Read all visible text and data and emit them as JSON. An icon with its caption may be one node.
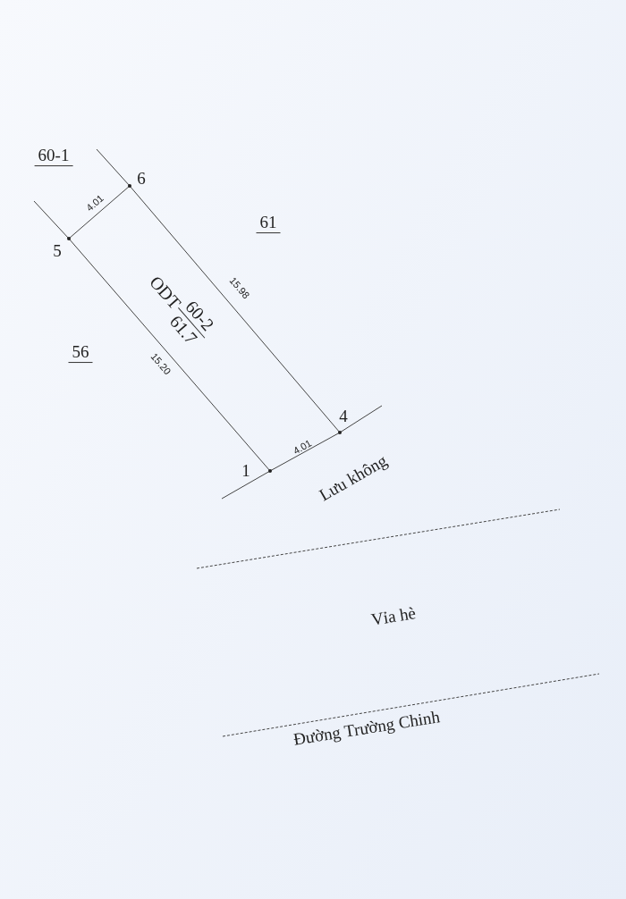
{
  "diagram": {
    "nodes": [
      {
        "text": [
          "ODT",
          "60-2",
          "61.7"
        ]
      }
    ],
    "labels": [
      "60-1",
      "6",
      "4.01",
      "61",
      "5",
      "15.98",
      "56",
      "15.20",
      "4",
      "1",
      "4.01",
      "Lưu không",
      "Vỉa hè",
      "Đường Trường Chinh"
    ]
  }
}
